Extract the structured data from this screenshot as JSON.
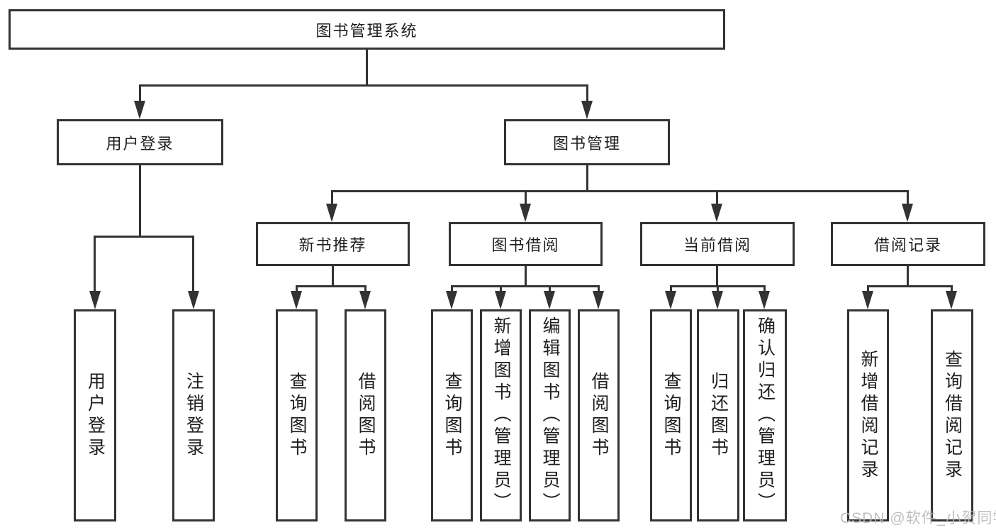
{
  "diagram": {
    "root": {
      "label": "图书管理系统"
    },
    "level2": [
      {
        "label": "用户登录"
      },
      {
        "label": "图书管理"
      }
    ],
    "level3": [
      {
        "label": "新书推荐"
      },
      {
        "label": "图书借阅"
      },
      {
        "label": "当前借阅"
      },
      {
        "label": "借阅记录"
      }
    ],
    "leaves": {
      "user_login": [
        {
          "label": "用户登录"
        },
        {
          "label": "注销登录"
        }
      ],
      "new_book_recommend": [
        {
          "label": "查询图书"
        },
        {
          "label": "借阅图书"
        }
      ],
      "book_borrow": [
        {
          "label": "查询图书"
        },
        {
          "label": "新增图书（管理员）"
        },
        {
          "label": "编辑图书（管理员）"
        },
        {
          "label": "借阅图书"
        }
      ],
      "current_borrow": [
        {
          "label": "查询图书"
        },
        {
          "label": "归还图书"
        },
        {
          "label": "确认归还（管理员）"
        }
      ],
      "borrow_records": [
        {
          "label": "新增借阅记录"
        },
        {
          "label": "查询借阅记录"
        }
      ]
    }
  },
  "watermark": {
    "text": "CSDN @软件_小贺同学",
    "color": "#b9b9b9"
  },
  "colors": {
    "line": "#333333",
    "text": "#1e1e1e",
    "background": "#ffffff"
  }
}
